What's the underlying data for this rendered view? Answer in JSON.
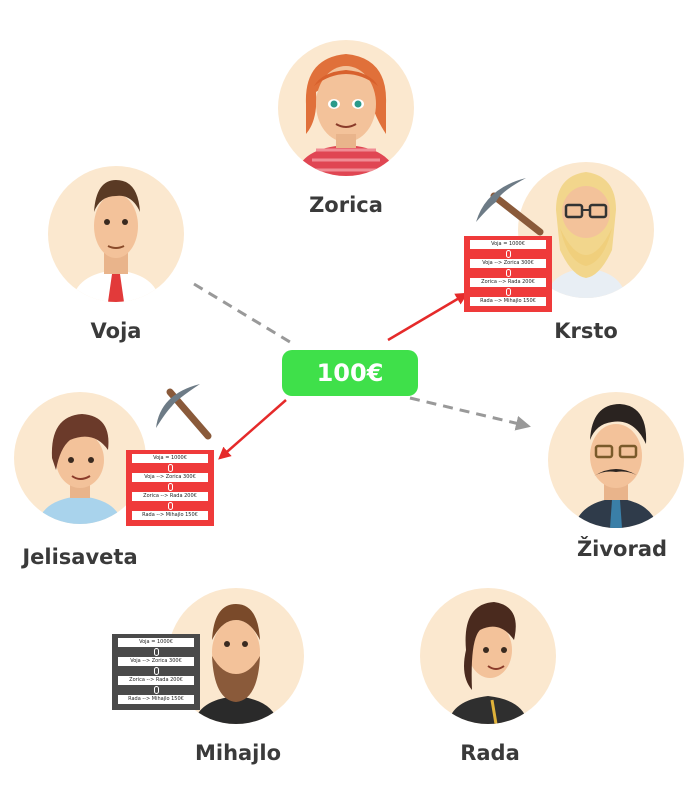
{
  "people": {
    "zorica": "Zorica",
    "voja": "Voja",
    "krsto": "Krsto",
    "jelisaveta": "Jelisaveta",
    "zivorad": "Živorad",
    "mihajlo": "Mihajlo",
    "rada": "Rada"
  },
  "transaction": {
    "amount": "100€"
  },
  "ledger": {
    "entries": [
      "Voja = 1000€",
      "Voja --> Zorica 300€",
      "Zorica --> Rada 200€",
      "Rada --> Mihajlo 150€"
    ]
  },
  "colors": {
    "avatar_bg": "#fbe8cf",
    "badge": "#3fe04a",
    "ledger_active": "#ef3a3a",
    "ledger_idle": "#4a4a4a",
    "arrow_broadcast": "#e52a2a",
    "arrow_dashed": "#999999"
  },
  "icons": [
    "pickaxe-icon"
  ]
}
